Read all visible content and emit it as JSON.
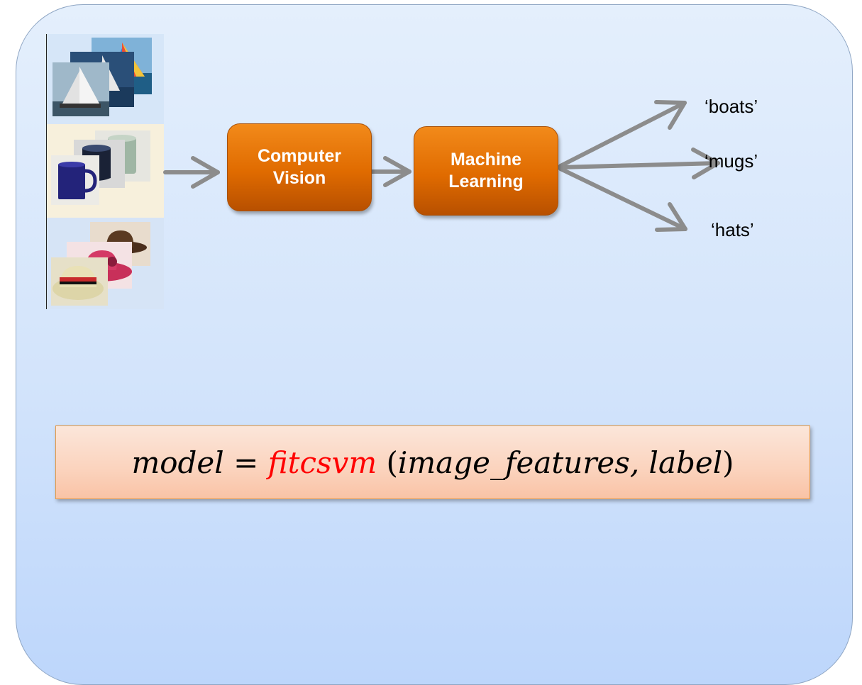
{
  "nodes": {
    "computer_vision": "Computer\nVision",
    "machine_learning": "Machine\nLearning"
  },
  "outputs": {
    "boats": "‘boats’",
    "mugs": "‘mugs’",
    "hats": "‘hats’"
  },
  "formula": {
    "lhs": "model",
    "equals": " = ",
    "function": "fitcsvm",
    "open": " (",
    "args": "image_features, label",
    "close": ")"
  },
  "colors": {
    "node_orange": "#e06b00",
    "arrow_gray": "#8c8c8c",
    "function_red": "#ff0000",
    "formula_box": "#fbd3bd"
  },
  "images": [
    "sailboat-photos",
    "mug-photos",
    "hat-photos"
  ]
}
